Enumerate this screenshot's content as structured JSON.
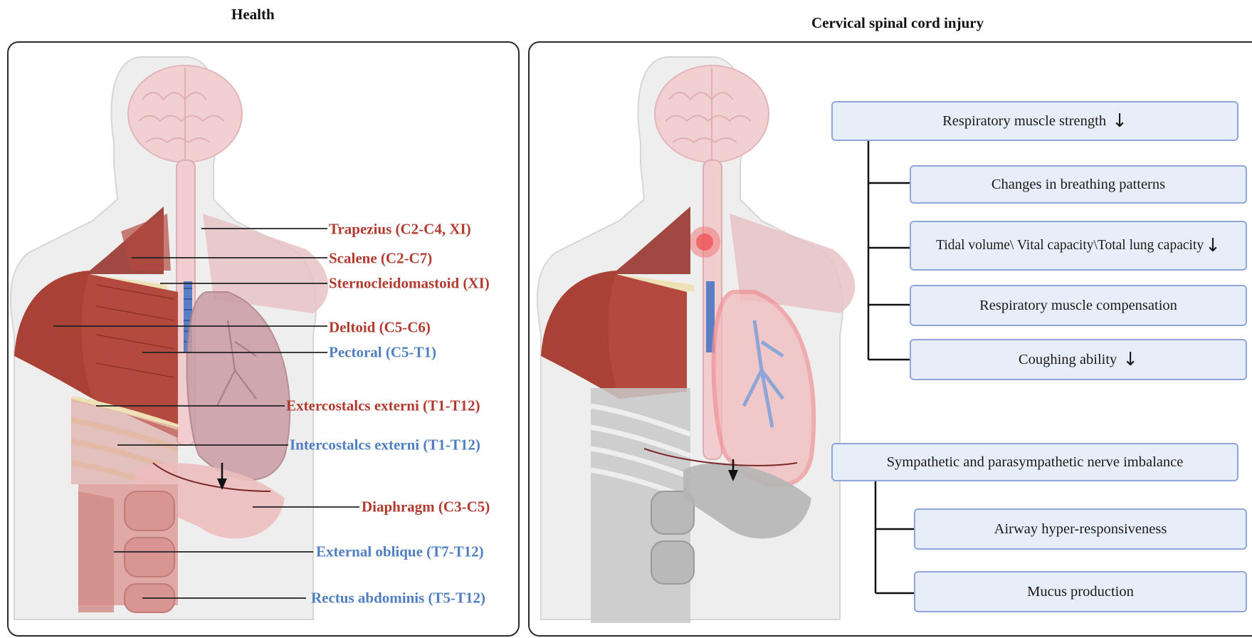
{
  "titles": {
    "left": "Health",
    "right": "Cervical spinal cord injury"
  },
  "muscles": [
    {
      "text": "Trapezius (C2-C4, XI)",
      "color": "red"
    },
    {
      "text": "Scalene (C2-C7)",
      "color": "red"
    },
    {
      "text": "Sternocleidomastoid (XI)",
      "color": "red"
    },
    {
      "text": "Deltoid (C5-C6)",
      "color": "red"
    },
    {
      "text": "Pectoral (C5-T1)",
      "color": "blue"
    },
    {
      "text": "Extercostalcs externi (T1-T12)",
      "color": "red"
    },
    {
      "text": "Intercostalcs externi (T1-T12)",
      "color": "blue"
    },
    {
      "text": "Diaphragm (C3-C5)",
      "color": "red"
    },
    {
      "text": "External oblique (T7-T12)",
      "color": "blue"
    },
    {
      "text": "Rectus abdominis (T5-T12)",
      "color": "blue"
    }
  ],
  "tree_respiratory": {
    "root": "Respiratory muscle strength",
    "children": [
      "Changes in breathing patterns",
      "Tidal volume\\ Vital capacity\\Total lung capacity",
      "Respiratory muscle compensation",
      "Coughing ability"
    ]
  },
  "tree_nerve": {
    "root": "Sympathetic and parasympathetic nerve imbalance",
    "children": [
      "Airway hyper-responsiveness",
      "Mucus production"
    ]
  },
  "arrow_glyph": "↓",
  "colors": {
    "red_label": "#b23b30",
    "blue_label": "#4f7fc2",
    "box_fill": "#e8eef9",
    "box_border": "#8ea7d8"
  }
}
